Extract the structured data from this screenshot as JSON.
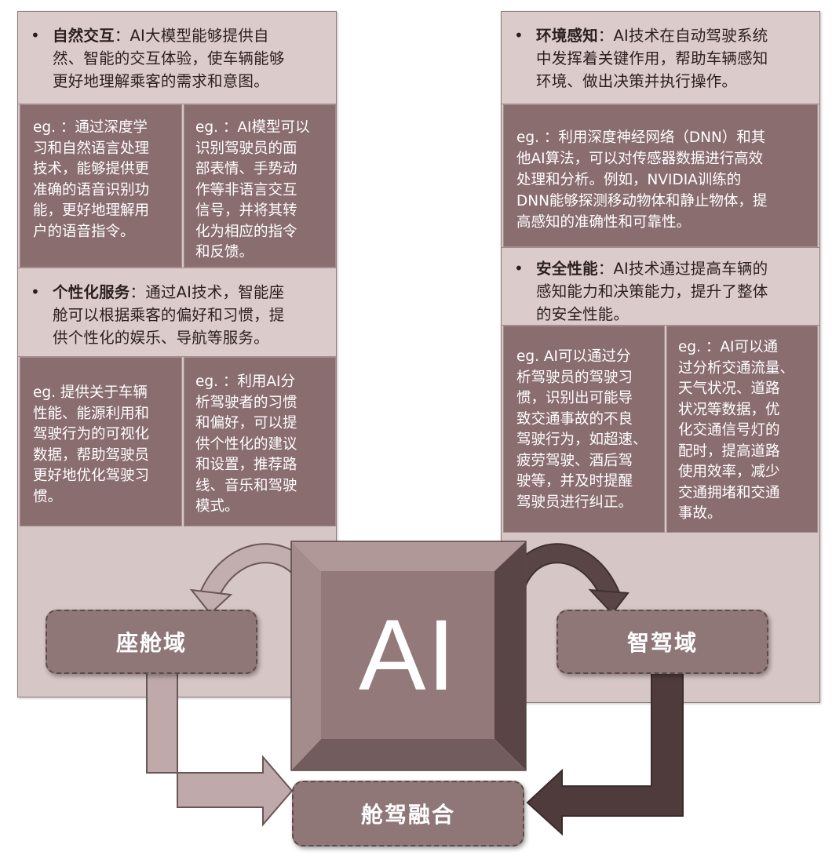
{
  "left": {
    "natural_interaction": {
      "bullet": "•",
      "title": "自然交互",
      "separator": "：",
      "text_lines": [
        "AI大模型能够提供自",
        "然、智能的交互体验，使车辆能够",
        "更好地理解乘客的需求和意图。"
      ]
    },
    "eg1_left": [
      "eg. ：通过深度学",
      "习和自然语言处理",
      "技术，能够提供更",
      "准确的语音识别功",
      "能，更好地理解用",
      "户的语音指令。"
    ],
    "eg1_right": [
      "eg. ：AI模型可以",
      "识别驾驶员的面",
      "部表情、手势动",
      "作等非语言交互",
      "信号，并将其转",
      "化为相应的指令",
      "和反馈。"
    ],
    "personalized_service": {
      "bullet": "•",
      "title": "个性化服务",
      "separator": "：",
      "text_lines": [
        "通过AI技术，智能座",
        "舱可以根据乘客的偏好和习惯，提",
        "供个性化的娱乐、导航等服务。"
      ]
    },
    "eg2_left": [
      "eg. 提供关于车辆",
      "性能、能源利用和",
      "驾驶行为的可视化",
      "数据，帮助驾驶员",
      "更好地优化驾驶习",
      "惯。"
    ],
    "eg2_right": [
      "eg. ：利用AI分",
      "析驾驶者的习惯",
      "和偏好，可以提",
      "供个性化的建议",
      "和设置，推荐路",
      "线、音乐和驾驶",
      "模式。"
    ]
  },
  "right": {
    "environment_perception": {
      "bullet": "•",
      "title": "环境感知",
      "separator": "：",
      "text_lines": [
        "AI技术在自动驾驶系统",
        "中发挥着关键作用，帮助车辆感知",
        "环境、做出决策并执行操作。"
      ]
    },
    "eg1": [
      "eg. ：利用深度神经网络（DNN）和其",
      "他AI算法，可以对传感器数据进行高效",
      "处理和分析。例如，NVIDIA训练的",
      "DNN能够探测移动物体和静止物体，提",
      "高感知的准确性和可靠性。"
    ],
    "safety_performance": {
      "bullet": "•",
      "title": "安全性能",
      "separator": "：",
      "text_lines": [
        "AI技术通过提高车辆的",
        "感知能力和决策能力，提升了整体",
        "的安全性能。"
      ]
    },
    "eg2_left": [
      "eg. AI可以通过分",
      "析驾驶员的驾驶习",
      "惯，识别出可能导",
      "致交通事故的不良",
      "驾驶行为，如超速、",
      "疲劳驾驶、酒后驾",
      "驶等，并及时提醒",
      "驾驶员进行纠正。"
    ],
    "eg2_right": [
      "eg. ：AI可以通",
      "过分析交通流量、",
      "天气状况、道路",
      "状况等数据，优",
      "化交通信号灯的",
      "配时，提高道路",
      "使用效率，减少",
      "交通拥堵和交通",
      "事故。"
    ]
  },
  "center": {
    "ai_label": "AI",
    "cabin_domain": "座舱域",
    "driving_domain": "智驾域",
    "fusion": "舱驾融合"
  },
  "colors": {
    "panel": "#d6c6c6",
    "eg_box": "#8a6d6f",
    "ai_block_face": "#937979",
    "ai_block_bevel_light": "#a88f8f",
    "ai_block_bevel_dark": "#5a4546",
    "arrow_light": "#bfa9aa",
    "arrow_dark": "#4f3b3c"
  }
}
